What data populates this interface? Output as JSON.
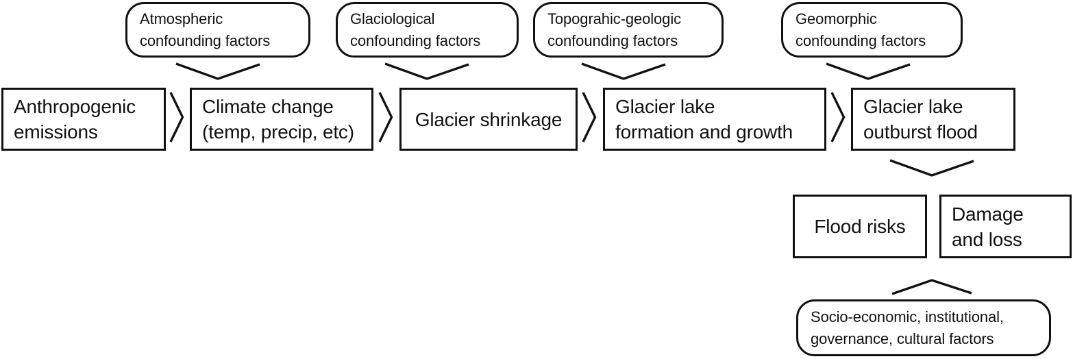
{
  "diagram": {
    "title_hint": "Causal chain from anthropogenic emissions to glacier lake outburst flood impacts",
    "colors": {
      "stroke": "#111111",
      "text": "#111111",
      "background": "#ffffff"
    },
    "icons": {
      "chevron_right": "angle-bracket-right ❯",
      "chevron_down": "wide-angle-down ⌄",
      "chevron_up": "wide-angle-up ⌃"
    },
    "confounders": [
      {
        "label": "Atmospheric\nconfounding factors"
      },
      {
        "label": "Glaciological\nconfounding factors"
      },
      {
        "label": "Topograhic-geologic\nconfounding factors"
      },
      {
        "label": "Geomorphic\nconfounding factors"
      }
    ],
    "causal_chain": [
      {
        "label": "Anthropogenic\nemissions"
      },
      {
        "label": "Climate change\n(temp, precip, etc)"
      },
      {
        "label": "Glacier shrinkage"
      },
      {
        "label": "Glacier lake\nformation and growth"
      },
      {
        "label": "Glacier lake\noutburst flood"
      }
    ],
    "outcomes": [
      {
        "label": "Flood risks"
      },
      {
        "label": "Damage\nand loss"
      }
    ],
    "modifier": {
      "label": "Socio-economic, institutional,\ngovernance, cultural factors"
    },
    "flows": [
      {
        "from": "Anthropogenic emissions",
        "to": "Climate change (temp, precip, etc)"
      },
      {
        "from": "Climate change (temp, precip, etc)",
        "to": "Glacier shrinkage"
      },
      {
        "from": "Glacier shrinkage",
        "to": "Glacier lake formation and growth"
      },
      {
        "from": "Glacier lake formation and growth",
        "to": "Glacier lake outburst flood"
      },
      {
        "from": "Atmospheric confounding factors",
        "to": "Climate change (temp, precip, etc)"
      },
      {
        "from": "Glaciological confounding factors",
        "to": "Glacier shrinkage"
      },
      {
        "from": "Topograhic-geologic confounding factors",
        "to": "Glacier lake formation and growth"
      },
      {
        "from": "Geomorphic confounding factors",
        "to": "Glacier lake outburst flood"
      },
      {
        "from": "Glacier lake outburst flood",
        "to": "Flood risks / Damage and loss"
      },
      {
        "from": "Socio-economic, institutional, governance, cultural factors",
        "to": "Flood risks / Damage and loss"
      }
    ]
  }
}
